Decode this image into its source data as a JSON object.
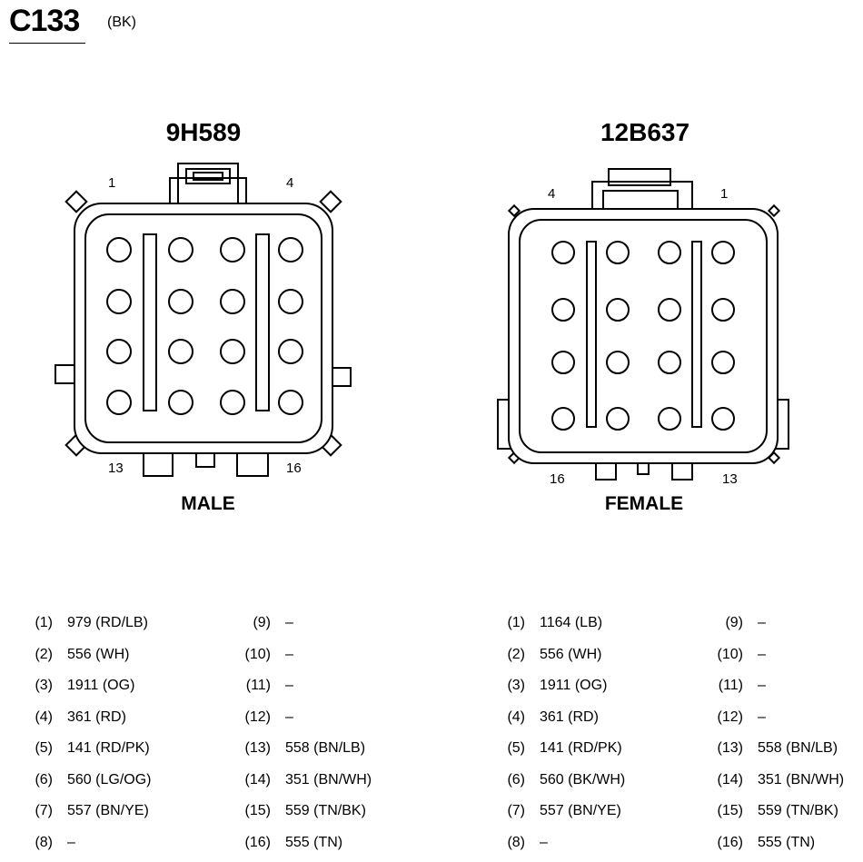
{
  "connector": {
    "id": "C133",
    "color": "(BK)"
  },
  "male": {
    "part_number": "9H589",
    "label": "MALE",
    "corner_labels": {
      "top_left": "1",
      "top_right": "4",
      "bottom_left": "13",
      "bottom_right": "16"
    },
    "pins_left": [
      {
        "num": "(1)",
        "val": "979 (RD/LB)"
      },
      {
        "num": "(2)",
        "val": "556 (WH)"
      },
      {
        "num": "(3)",
        "val": "1911 (OG)"
      },
      {
        "num": "(4)",
        "val": "361 (RD)"
      },
      {
        "num": "(5)",
        "val": "141 (RD/PK)"
      },
      {
        "num": "(6)",
        "val": "560 (LG/OG)"
      },
      {
        "num": "(7)",
        "val": "557 (BN/YE)"
      },
      {
        "num": "(8)",
        "val": "–"
      }
    ],
    "pins_right": [
      {
        "num": "(9)",
        "val": "–"
      },
      {
        "num": "(10)",
        "val": "–"
      },
      {
        "num": "(11)",
        "val": "–"
      },
      {
        "num": "(12)",
        "val": "–"
      },
      {
        "num": "(13)",
        "val": "558 (BN/LB)"
      },
      {
        "num": "(14)",
        "val": "351 (BN/WH)"
      },
      {
        "num": "(15)",
        "val": "559 (TN/BK)"
      },
      {
        "num": "(16)",
        "val": "555 (TN)"
      }
    ]
  },
  "female": {
    "part_number": "12B637",
    "label": "FEMALE",
    "corner_labels": {
      "top_left": "4",
      "top_right": "1",
      "bottom_left": "16",
      "bottom_right": "13"
    },
    "pins_left": [
      {
        "num": "(1)",
        "val": "1164 (LB)"
      },
      {
        "num": "(2)",
        "val": "556 (WH)"
      },
      {
        "num": "(3)",
        "val": "1911 (OG)"
      },
      {
        "num": "(4)",
        "val": "361 (RD)"
      },
      {
        "num": "(5)",
        "val": "141 (RD/PK)"
      },
      {
        "num": "(6)",
        "val": "560 (BK/WH)"
      },
      {
        "num": "(7)",
        "val": "557 (BN/YE)"
      },
      {
        "num": "(8)",
        "val": "–"
      }
    ],
    "pins_right": [
      {
        "num": "(9)",
        "val": "–"
      },
      {
        "num": "(10)",
        "val": "–"
      },
      {
        "num": "(11)",
        "val": "–"
      },
      {
        "num": "(12)",
        "val": "–"
      },
      {
        "num": "(13)",
        "val": "558 (BN/LB)"
      },
      {
        "num": "(14)",
        "val": "351 (BN/WH)"
      },
      {
        "num": "(15)",
        "val": "559 (TN/BK)"
      },
      {
        "num": "(16)",
        "val": "555 (TN)"
      }
    ]
  }
}
